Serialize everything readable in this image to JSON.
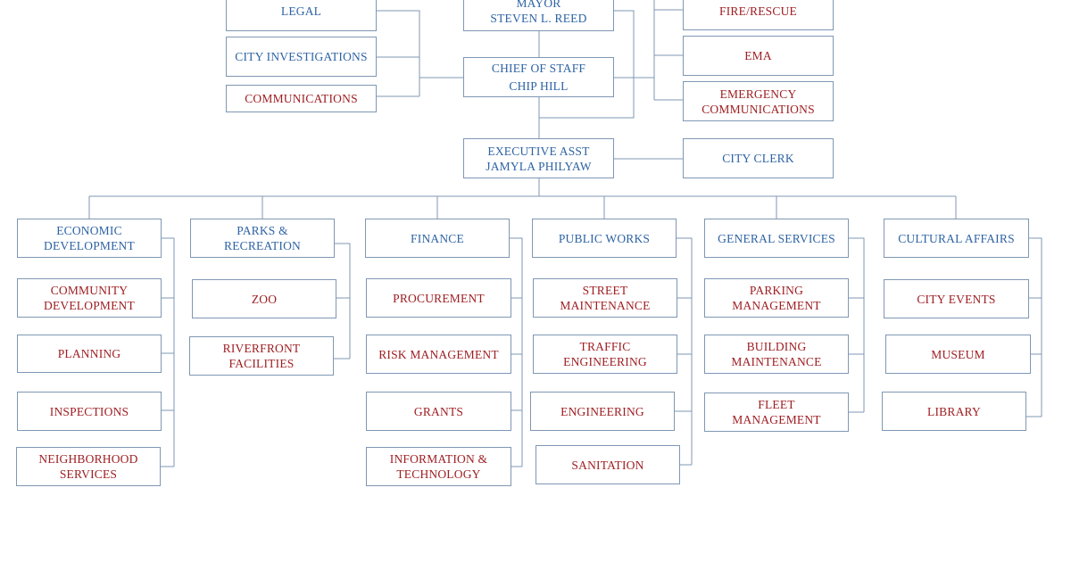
{
  "colors": {
    "blue_text": "#2e63a3",
    "red_text": "#9e1e22",
    "lines": "#7f97b3"
  },
  "top": {
    "legal": "LEGAL",
    "city_investigations": "CITY INVESTIGATIONS",
    "communications": "COMMUNICATIONS",
    "mayor_title": "MAYOR",
    "mayor_name": "STEVEN L. REED",
    "chief_title": "CHIEF OF STAFF",
    "chief_name": "CHIP HILL",
    "fire_rescue": "FIRE/RESCUE",
    "ema": "EMA",
    "emergency_1": "EMERGENCY",
    "emergency_2": "COMMUNICATIONS",
    "exec_title": "EXECUTIVE ASST",
    "exec_name": "JAMYLA PHILYAW",
    "city_clerk": "CITY CLERK"
  },
  "departments": {
    "economic": {
      "head": [
        "ECONOMIC",
        "DEVELOPMENT"
      ],
      "subs": [
        [
          "COMMUNITY",
          "DEVELOPMENT"
        ],
        [
          "PLANNING"
        ],
        [
          "INSPECTIONS"
        ],
        [
          "NEIGHBORHOOD",
          "SERVICES"
        ]
      ]
    },
    "parks": {
      "head": [
        "PARKS &",
        "RECREATION"
      ],
      "subs": [
        [
          "ZOO"
        ],
        [
          "RIVERFRONT",
          "FACILITIES"
        ]
      ]
    },
    "finance": {
      "head": [
        "FINANCE"
      ],
      "subs": [
        [
          "PROCUREMENT"
        ],
        [
          "RISK MANAGEMENT"
        ],
        [
          "GRANTS"
        ],
        [
          "INFORMATION &",
          "TECHNOLOGY"
        ]
      ]
    },
    "public_works": {
      "head": [
        "PUBLIC WORKS"
      ],
      "subs": [
        [
          "STREET",
          "MAINTENANCE"
        ],
        [
          "TRAFFIC",
          "ENGINEERING"
        ],
        [
          "ENGINEERING"
        ],
        [
          "SANITATION"
        ]
      ]
    },
    "general_services": {
      "head": [
        "GENERAL SERVICES"
      ],
      "subs": [
        [
          "PARKING",
          "MANAGEMENT"
        ],
        [
          "BUILDING",
          "MAINTENANCE"
        ],
        [
          "FLEET",
          "MANAGEMENT"
        ]
      ]
    },
    "cultural_affairs": {
      "head": [
        "CULTURAL AFFAIRS"
      ],
      "subs": [
        [
          "CITY EVENTS"
        ],
        [
          "MUSEUM"
        ],
        [
          "LIBRARY"
        ]
      ]
    }
  }
}
